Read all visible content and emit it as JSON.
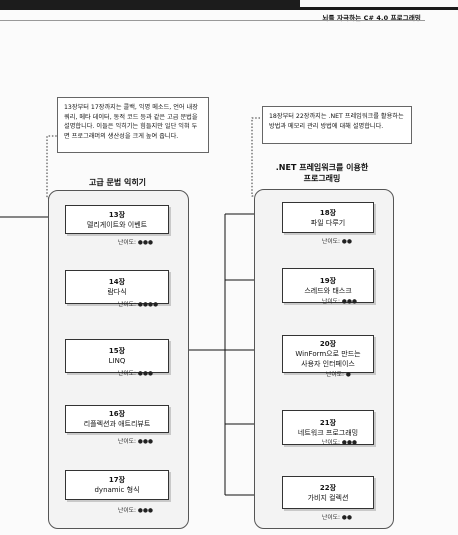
{
  "header": "뇌를 자극하는 C# 4.0 프로그래밍",
  "notes": {
    "left": "13장부터 17장까지는 콜백, 익명 메소드, 언어 내장 쿼리, 메타 데이터, 동적 코드 등과 같은 고급 문법을 설명합니다. 이들은 익히기는 힘들지만 일단 익혀 두면 프로그래머의 생산성을 크게 높여 줍니다.",
    "right": "18장부터 22장까지는 .NET 프레임워크를 활용하는 방법과 메모리 관리 방법에 대해 설명합니다."
  },
  "groups": {
    "left_title": "고급 문법 익히기",
    "right_title_1": ".NET 프레임워크를 이용한",
    "right_title_2": "프로그래밍"
  },
  "chapters_left": [
    {
      "num": "13장",
      "title": "델리게이트와 이벤트",
      "difficulty": "난이도: ●●●"
    },
    {
      "num": "14장",
      "title": "람다식",
      "difficulty": "난이도: ●●●●"
    },
    {
      "num": "15장",
      "title": "LINQ",
      "difficulty": "난이도: ●●●"
    },
    {
      "num": "16장",
      "title": "리플렉션과 애트리뷰트",
      "difficulty": "난이도: ●●●"
    },
    {
      "num": "17장",
      "title": "dynamic 형식",
      "difficulty": "난이도: ●●●"
    }
  ],
  "chapters_right": [
    {
      "num": "18장",
      "title": "파일 다루기",
      "difficulty": "난이도: ●●"
    },
    {
      "num": "19장",
      "title": "스레드와 태스크",
      "difficulty": "난이도: ●●●"
    },
    {
      "num": "20장",
      "title": "WinForm으로 만드는",
      "title2": "사용자 인터페이스",
      "difficulty": "난이도: ●"
    },
    {
      "num": "21장",
      "title": "네트워크 프로그래밍",
      "difficulty": "난이도: ●●●"
    },
    {
      "num": "22장",
      "title": "가비지 컬렉션",
      "difficulty": "난이도: ●●"
    }
  ]
}
